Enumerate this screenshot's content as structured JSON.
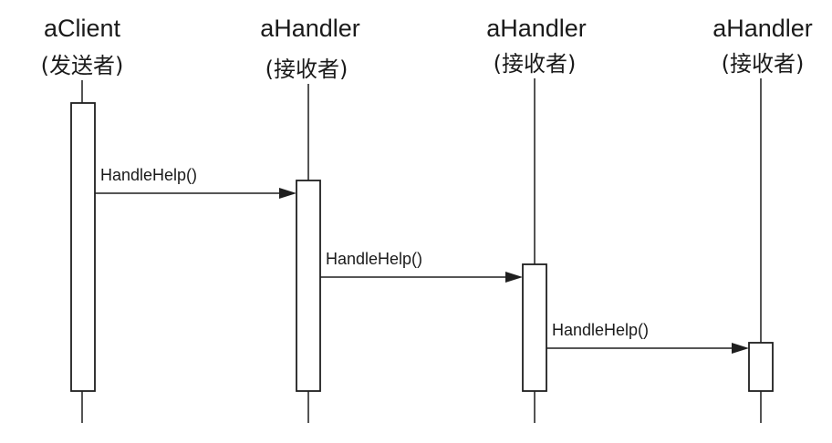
{
  "participants": [
    {
      "name": "aClient",
      "role": "(发送者)"
    },
    {
      "name": "aHandler",
      "role": "(接收者)"
    },
    {
      "name": "aHandler",
      "role": "(接收者)"
    },
    {
      "name": "aHandler",
      "role": "(接收者)"
    }
  ],
  "messages": [
    {
      "label": "HandleHelp()",
      "from": 0,
      "to": 1
    },
    {
      "label": "HandleHelp()",
      "from": 1,
      "to": 2
    },
    {
      "label": "HandleHelp()",
      "from": 2,
      "to": 3
    }
  ]
}
